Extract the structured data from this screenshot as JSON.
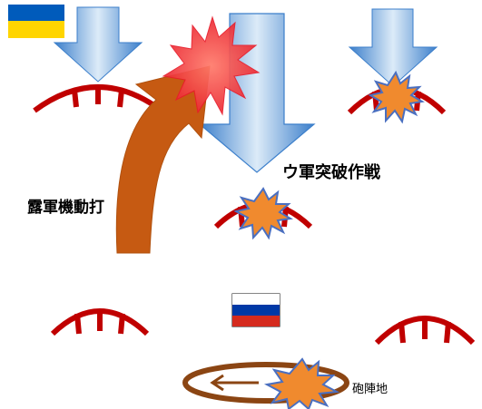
{
  "labels": {
    "ua_breakthrough": "ウ軍突破作戦",
    "ru_mobile_strike": "露軍機動打",
    "artillery_position": "砲陣地"
  },
  "colors": {
    "ukraine_blue": "#005BBB",
    "ukraine_yellow": "#FFD500",
    "russia_white": "#FFFFFF",
    "russia_blue": "#0039A6",
    "russia_red": "#D52B1E",
    "defense_line": "#C00000",
    "counterattack_arrow": "#C65A12",
    "attack_arrow_light": "#DCEBF8",
    "attack_arrow_dark": "#3C7FCB",
    "explosion_orange": "#F08A2E",
    "explosion_red": "#F2303A",
    "explosion_outline": "#4A6FC0",
    "artillery_ring": "#8B4513"
  },
  "icons": {
    "ukraine_flag": "flag-ukraine-icon",
    "russia_flag": "flag-russia-icon",
    "explosion": "explosion-icon",
    "defense_arc": "fortification-arc-icon"
  }
}
